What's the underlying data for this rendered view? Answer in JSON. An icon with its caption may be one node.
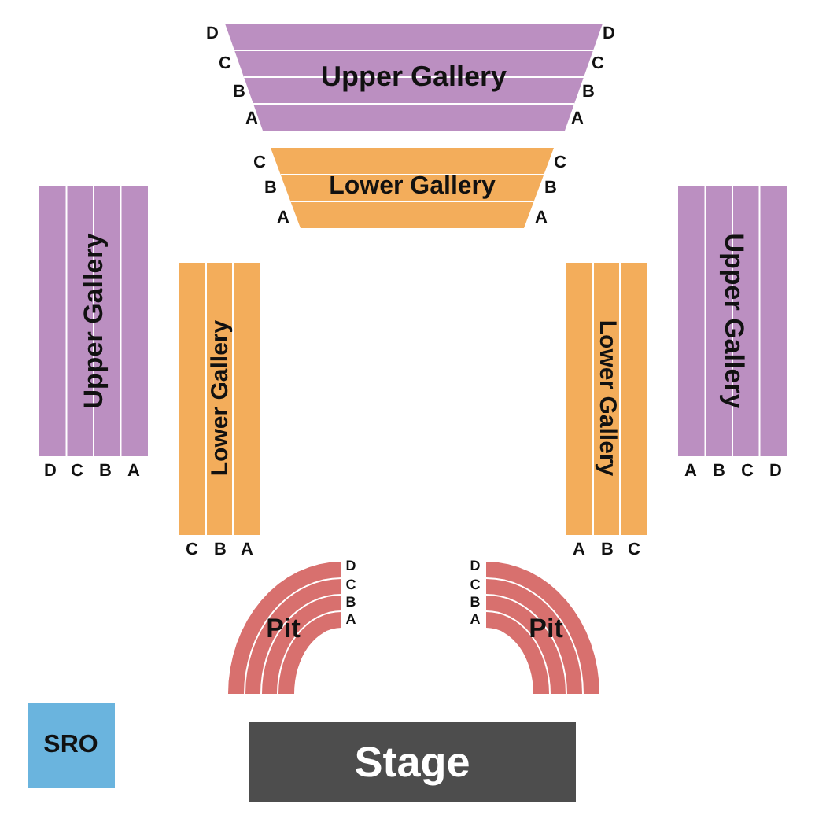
{
  "diagram": {
    "nodes": [
      {
        "text": [
          "Upper Gallery"
        ],
        "beside": [
          "D",
          "C",
          "B",
          "A",
          "D",
          "C",
          "B",
          "A"
        ]
      },
      {
        "text": [
          "Lower Gallery"
        ],
        "beside": [
          "C",
          "B",
          "A",
          "C",
          "B",
          "A"
        ]
      },
      {
        "text": [
          "Upper Gallery"
        ],
        "beside": [
          "D",
          "C",
          "B",
          "A"
        ]
      },
      {
        "text": [
          "Lower Gallery"
        ],
        "beside": [
          "C",
          "B",
          "A"
        ]
      },
      {
        "text": [
          "Lower Gallery"
        ],
        "beside": [
          "A",
          "B",
          "C"
        ]
      },
      {
        "text": [
          "Upper Gallery"
        ],
        "beside": [
          "A",
          "B",
          "C",
          "D"
        ]
      },
      {
        "text": [
          "Pit"
        ],
        "beside": [
          "D",
          "C",
          "B",
          "A"
        ]
      },
      {
        "text": [
          "Pit"
        ],
        "beside": [
          "D",
          "C",
          "B",
          "A"
        ]
      },
      {
        "text": [
          "SRO"
        ]
      },
      {
        "text": [
          "Stage"
        ]
      }
    ]
  }
}
